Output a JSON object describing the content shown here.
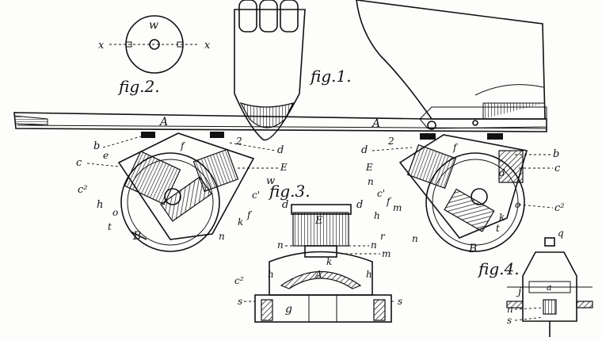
{
  "figures": {
    "fig1": "fig.1.",
    "fig2": "fig.2.",
    "fig3": "fig.3.",
    "fig4": "fig.4."
  },
  "fig2_labels": {
    "top": "w",
    "left": "x",
    "right": "x"
  },
  "fig1_labels": {
    "A": "A",
    "b_left": "b",
    "e": "e",
    "c_left": "c",
    "c2_left": "c²",
    "h_left": "h",
    "o_left": "o",
    "t_left": "t",
    "B_left": "B",
    "f_left": "f",
    "two_left": "2",
    "d_left": "d",
    "E_left": "E",
    "w_left": "w",
    "cprime_left": "c'",
    "f_left2": "f",
    "k_left": "k",
    "n_left": "n",
    "d_right": "d",
    "two_right": "2",
    "E_right": "E",
    "n_right": "n",
    "c_right": "c'",
    "f_right": "f",
    "m_right": "m",
    "h_right": "h",
    "k_right": "k",
    "o_right": "o",
    "t_right": "t",
    "n_right2": "n",
    "B_right": "B",
    "b_right": "b",
    "c_right2": "c",
    "c2_right": "c²",
    "d_right2": "d",
    "f_right2": "f",
    "A_right": "A"
  },
  "fig3_labels": {
    "d_left": "d",
    "E": "E",
    "d_right": "d",
    "n_left": "n",
    "n_right": "n",
    "r": "r",
    "m": "m",
    "k": "k",
    "c2": "c²",
    "h_left": "h",
    "h_right": "h",
    "s_left": "s",
    "s_right": "s",
    "g": "g",
    "A": "A"
  },
  "fig4_labels": {
    "q": "q",
    "j": "j",
    "a": "a",
    "n": "n",
    "s": "s"
  }
}
